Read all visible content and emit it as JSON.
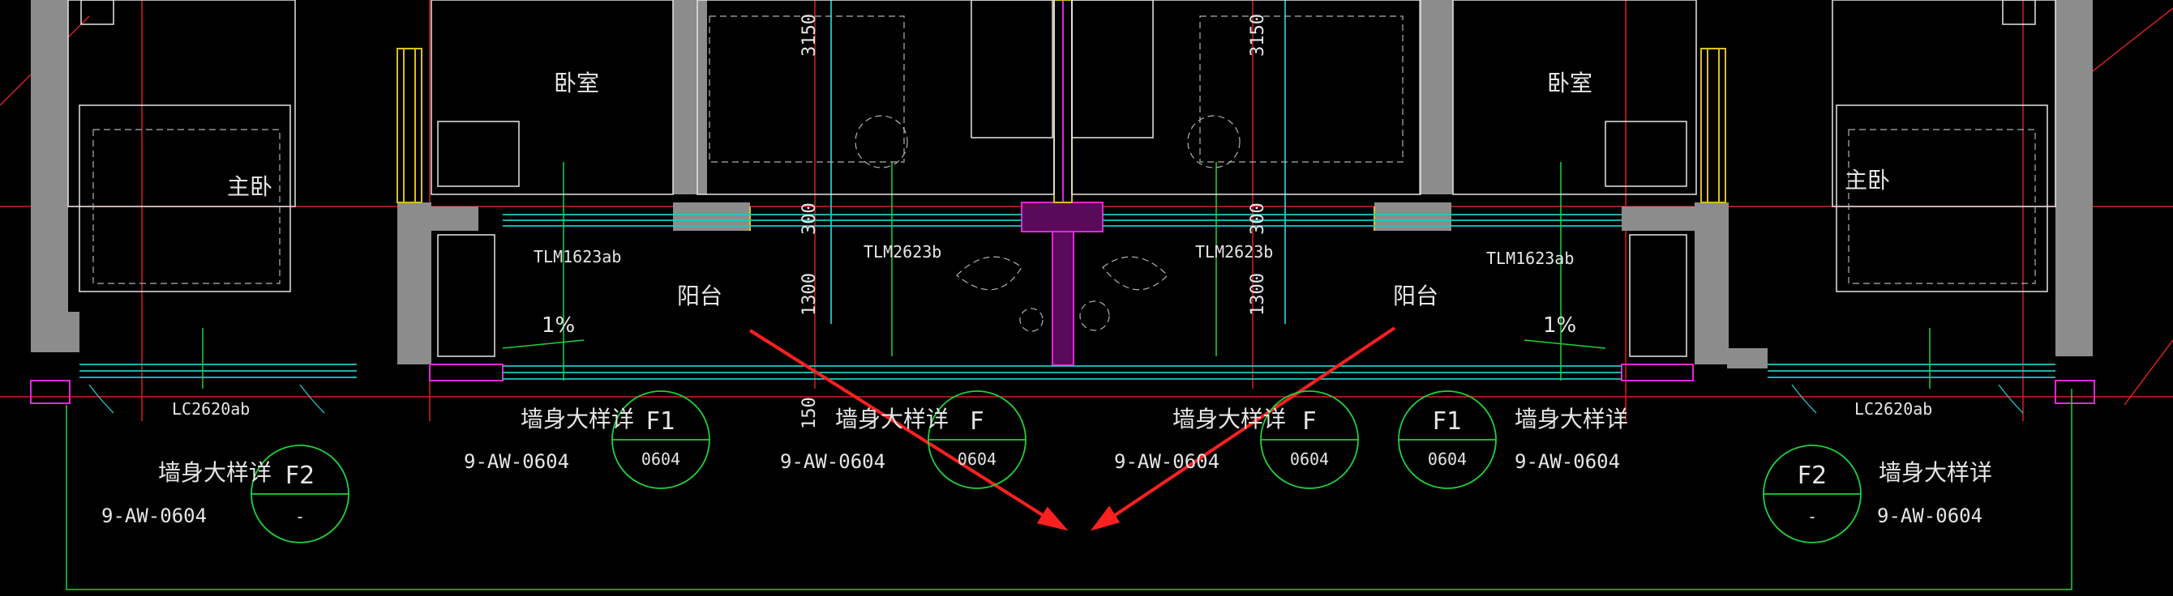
{
  "colors": {
    "background": "#000000",
    "wall": "#8c8c8c",
    "red_axis": "#d42020",
    "green": "#1fd13a",
    "cyan": "#1ec8c8",
    "magenta": "#e028d8",
    "yellow": "#d8c020",
    "white": "#e6e6e6",
    "grey_dash": "#b0b0b0",
    "arrow": "#ff2020"
  },
  "rooms": {
    "master_bedroom": "主卧",
    "bedroom": "卧室",
    "balcony": "阳台"
  },
  "doors": {
    "tlm1623": "TLM1623ab",
    "tlm2623": "TLM2623b",
    "lc2620": "LC2620ab"
  },
  "dimensions": {
    "d3150": "3150",
    "d300": "300",
    "d1300": "1300",
    "d150": "150"
  },
  "slope": "1%",
  "detail": {
    "title": "墙身大样详",
    "ref": "9-AW-0604",
    "sheet": "0604",
    "dash": "-",
    "tag_f": "F",
    "tag_f1": "F1",
    "tag_f2": "F2"
  }
}
